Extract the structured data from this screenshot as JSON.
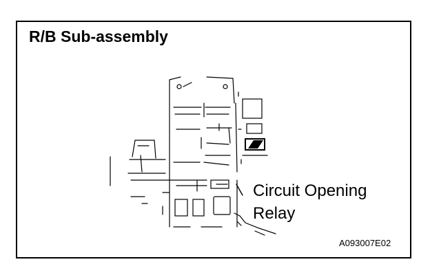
{
  "figure": {
    "title": "R/B Sub-assembly",
    "callout": {
      "line1": "Circuit Opening",
      "line2": "Relay"
    },
    "figure_code": "A093007E02"
  }
}
